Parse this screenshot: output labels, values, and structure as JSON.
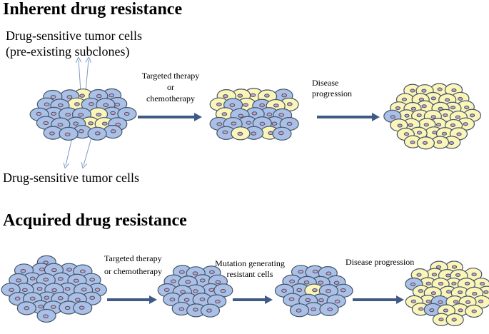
{
  "sections": {
    "inherent": {
      "title": "Inherent drug resistance",
      "label_top_line1": "Drug-sensitive tumor cells",
      "label_top_line2": "(pre-existing subclones)",
      "label_bottom": "Drug-sensitive tumor cells",
      "step1_line1": "Targeted therapy",
      "step1_line2": "or",
      "step1_line3": "chemotherapy",
      "step2_line1": "Disease",
      "step2_line2": "progression"
    },
    "acquired": {
      "title": "Acquired drug resistance",
      "step1_line1": "Targeted therapy",
      "step1_line2": "or chemotherapy",
      "step2_line1": "Mutation generating",
      "step2_line2": "resistant cells",
      "step3": "Disease progression"
    }
  },
  "colors": {
    "sensitive_cell": "#aac0e6",
    "resistant_cell": "#fbf6b8",
    "cell_outline": "#44546a",
    "nucleus": "#c9a3c4",
    "arrow": "#3f5a86",
    "pointer": "#7a9cc8"
  }
}
